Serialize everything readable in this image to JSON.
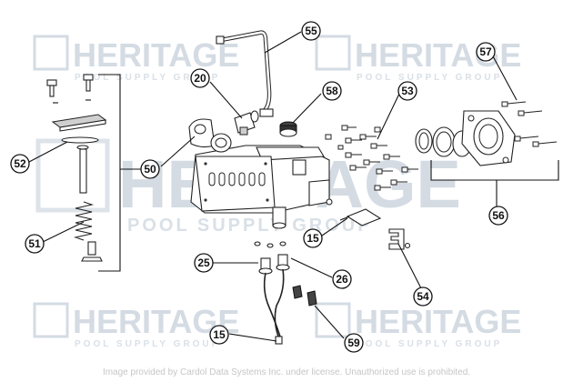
{
  "watermark": {
    "brand": "HERITAGE",
    "tagline": "POOL SUPPLY GROUP"
  },
  "footer": "Image provided by Cardol Data Systems Inc. under license. Unauthorized use is prohibited.",
  "callouts": {
    "c55": "55",
    "c20": "20",
    "c58": "58",
    "c53": "53",
    "c57": "57",
    "c52": "52",
    "c50": "50",
    "c51": "51",
    "c15a": "15",
    "c54": "54",
    "c56": "56",
    "c25": "25",
    "c26": "26",
    "c15b": "15",
    "c59": "59"
  }
}
